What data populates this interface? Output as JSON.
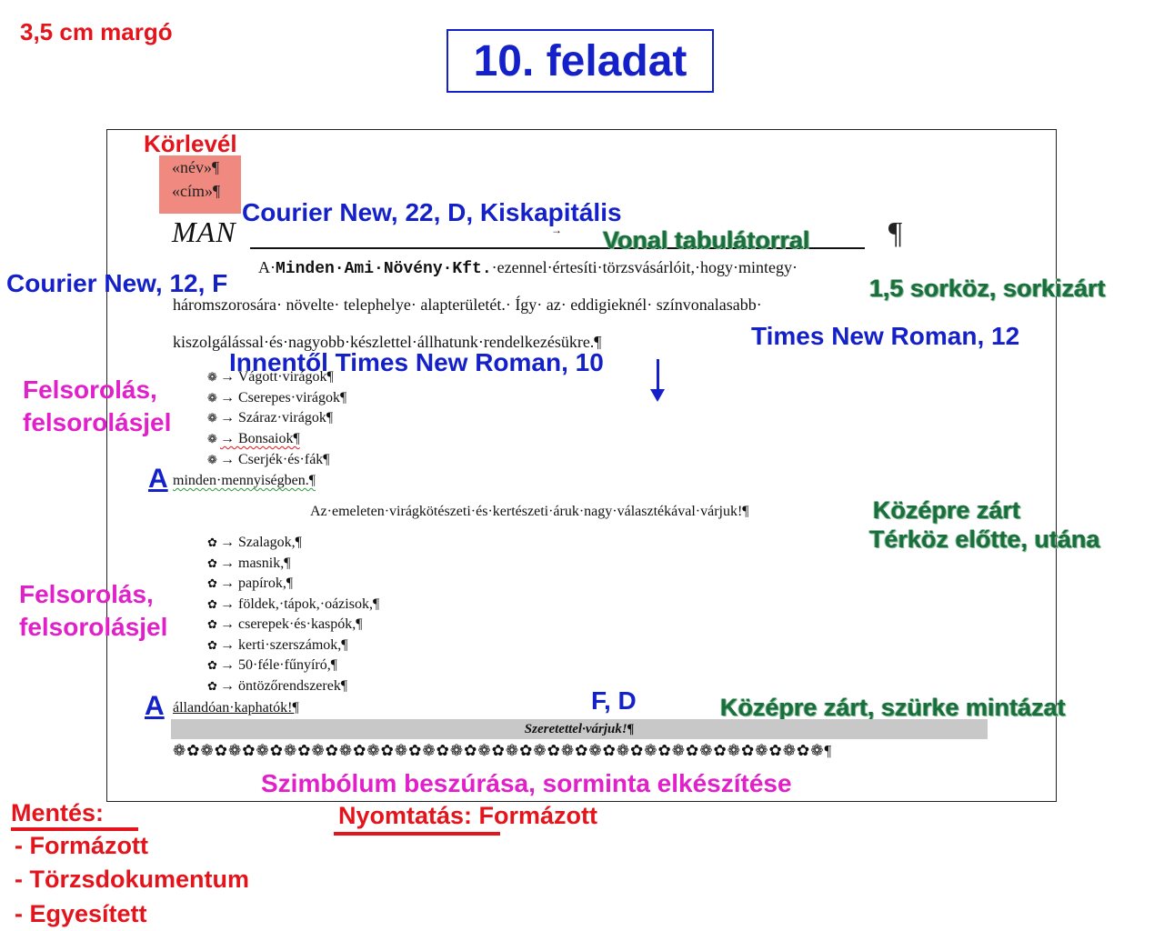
{
  "top_left_label": "3,5 cm margó",
  "title": "10. feladat",
  "annotations": {
    "korlevel": "Körlevél",
    "courier22": "Courier New, 22, D, Kiskapitális",
    "vonal": "Vonal tabulátorral",
    "courier12": "Courier New, 12, F",
    "sorkoz": "1,5 sorköz, sorkizárt",
    "tnr12": "Times New Roman, 12",
    "tnr10": "Innentől Times New Roman, 10",
    "felsorolas1a": "Felsorolás,",
    "felsorolas1b": "felsorolásjel",
    "kozepre1": "Középre zárt",
    "terkoz": "Térköz előtte, utána",
    "felsorolas2a": "Felsorolás,",
    "felsorolas2b": "felsorolásjel",
    "a1": "A",
    "a2": "A",
    "fd": "F, D",
    "kozepre2": "Középre zárt, szürke mintázat",
    "szimbolum": "Szimbólum beszúrása, sorminta elkészítése",
    "nyomtatas": "Nyomtatás: Formázott",
    "mentes": "Mentés:",
    "mentes_items": [
      "- Formázott",
      "- Törzsdokumentum",
      "- Egyesített"
    ]
  },
  "document": {
    "field_nev": "«név»¶",
    "field_cim": "«cím»¶",
    "man": "MAN",
    "pilcrow": "¶",
    "tab_arrow": "→",
    "para1_lead": "A·",
    "para1_company": "Minden·Ami·Növény·Kft.",
    "para1_rest": "·ezennel·értesíti·törzsvásárlóit,·hogy·mintegy·",
    "para1_line2": "háromszorosára· növelte· telephelye· alapterületét.· Így· az· eddigieknél· színvonalasabb·",
    "para1_line3": "kiszolgálással·és·nagyobb·készlettel·állhatunk·rendelkezésükre.¶",
    "list1": [
      "→ Vágott·virágok¶",
      "→ Cserepes·virágok¶",
      "→ Száraz·virágok¶",
      "→ Bonsaiok¶",
      "→ Cserjék·és·fák¶"
    ],
    "line_minden": "minden·mennyiségben.¶",
    "centered_line": "Az·emeleten·virágkötészeti·és·kertészeti·áruk·nagy·választékával·várjuk!¶",
    "list2": [
      "→ Szalagok,¶",
      "→ masnik,¶",
      "→ papírok,¶",
      "→ földek,·tápok,·oázisok,¶",
      "→ cserepek·és·kaspók,¶",
      "→ kerti·szerszámok,¶",
      "→ 50·féle·fűnyíró,¶",
      "→ öntözőrendszerek¶"
    ],
    "line_allandoan": "állandóan·kaphatók!¶",
    "shaded": "Szeretettel·várjuk!¶",
    "pattern": "❁✿❁✿❁✿❁✿❁✿❁✿❁✿❁✿❁✿❁✿❁✿❁✿❁✿❁✿❁✿❁✿❁✿❁✿❁✿❁✿❁✿❁✿❁✿❁¶",
    "list1_symbol": "❁",
    "list2_symbol": "✿"
  },
  "colors": {
    "red": "#e3141b",
    "blue": "#1420c8",
    "green": "#1a6e3c",
    "magenta": "#e020c8",
    "merge_fill": "#f08a80",
    "shade_gray": "#c8c8c8"
  }
}
